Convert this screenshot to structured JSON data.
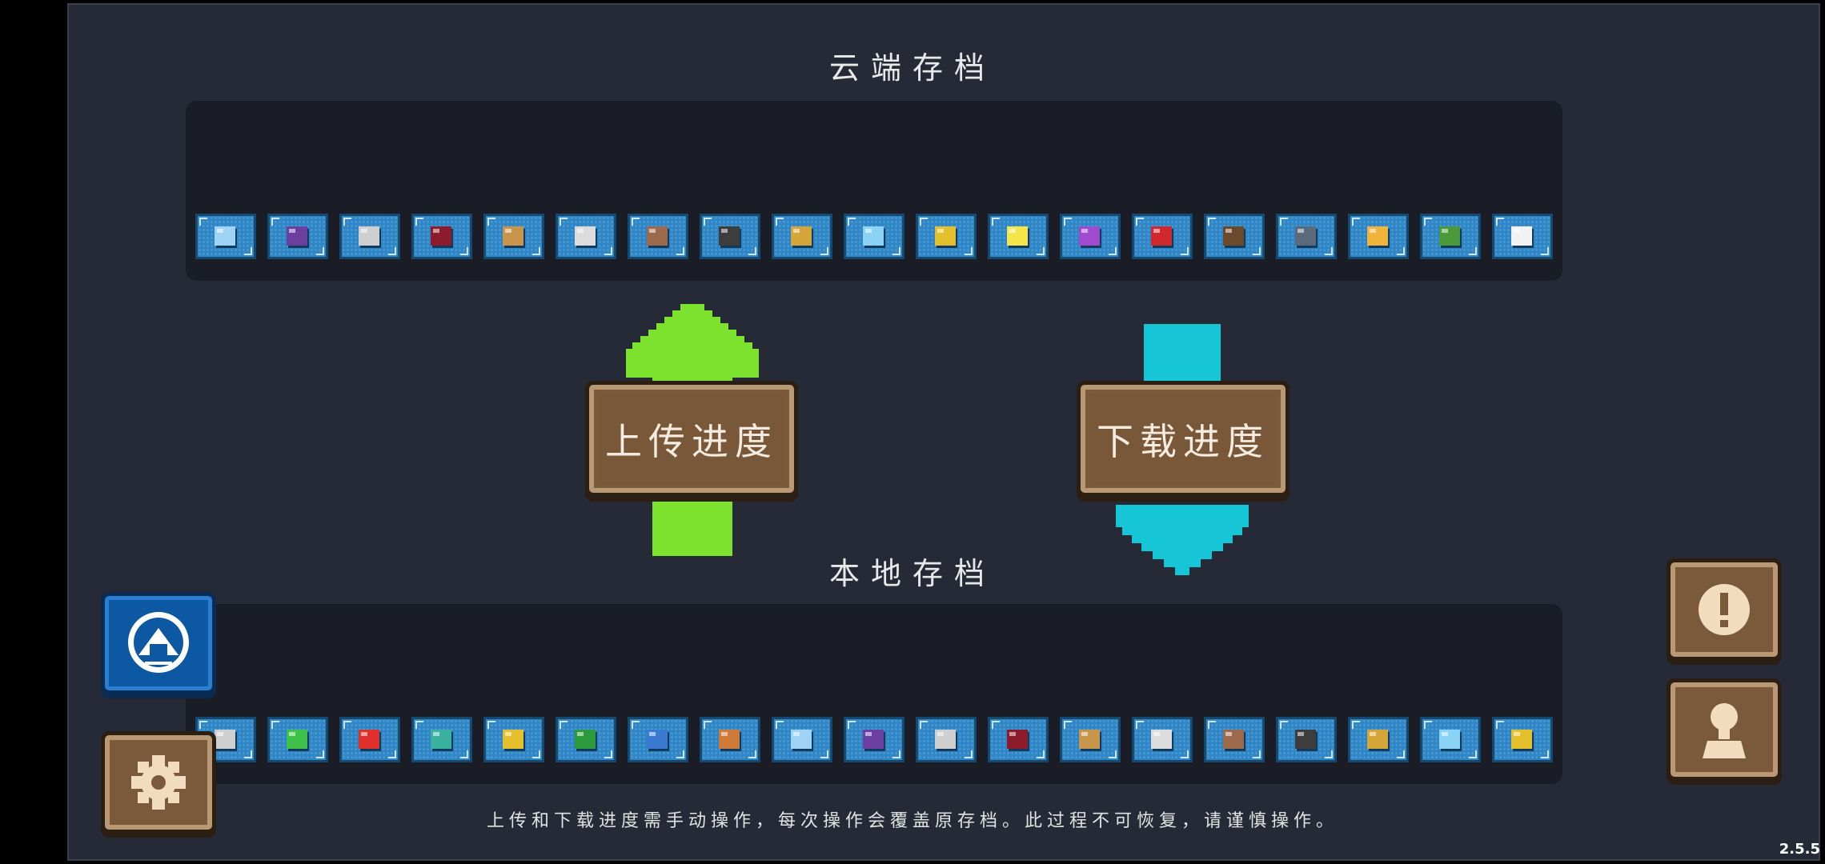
{
  "cloud": {
    "title": "云端存档",
    "items": [
      {
        "icon": "shuriken-icon",
        "color": "#9fd3f5"
      },
      {
        "icon": "purple-robe-icon",
        "color": "#6b3fa0"
      },
      {
        "icon": "blade-icon",
        "color": "#cfcfcf"
      },
      {
        "icon": "red-box-icon",
        "color": "#8c1c2c"
      },
      {
        "icon": "wooden-door-icon",
        "color": "#c9954a"
      },
      {
        "icon": "revolver-icon",
        "color": "#dcdcdc"
      },
      {
        "icon": "gauntlet-icon",
        "color": "#9c6a4a"
      },
      {
        "icon": "rifle-icon",
        "color": "#3d3d3d"
      },
      {
        "icon": "ring-icon",
        "color": "#d4a63a"
      },
      {
        "icon": "shield-icon",
        "color": "#8ad3f5"
      },
      {
        "icon": "bomb-icon",
        "color": "#e4c02c"
      },
      {
        "icon": "lightsaber-icon",
        "color": "#f4e64a"
      },
      {
        "icon": "potion-purple-icon",
        "color": "#a04ad0"
      },
      {
        "icon": "red-blaster-icon",
        "color": "#d0282c"
      },
      {
        "icon": "shotgun-icon",
        "color": "#6a4a2a"
      },
      {
        "icon": "mech-cannon-icon",
        "color": "#5a6a7a"
      },
      {
        "icon": "torch-icon",
        "color": "#f0b43a"
      },
      {
        "icon": "dragon-icon",
        "color": "#4a9a3a"
      },
      {
        "icon": "lion-dance-icon",
        "color": "#f2f2f2"
      }
    ]
  },
  "local": {
    "title": "本地存档",
    "items": [
      {
        "icon": "camera-icon",
        "color": "#cfcfcf"
      },
      {
        "icon": "ufo-icon",
        "color": "#3ec04a"
      },
      {
        "icon": "potion-red-icon",
        "color": "#e0302c"
      },
      {
        "icon": "laser-gun-icon",
        "color": "#3ab0a0"
      },
      {
        "icon": "crown-statue-icon",
        "color": "#e4c02c"
      },
      {
        "icon": "battery-icon",
        "color": "#2a9a3a"
      },
      {
        "icon": "potion-blue-icon",
        "color": "#3a7ad0"
      },
      {
        "icon": "target-icon",
        "color": "#d07a3a"
      },
      {
        "icon": "shuriken-icon",
        "color": "#9fd3f5"
      },
      {
        "icon": "purple-robe-icon",
        "color": "#6b3fa0"
      },
      {
        "icon": "blade-icon",
        "color": "#cfcfcf"
      },
      {
        "icon": "red-box-icon",
        "color": "#8c1c2c"
      },
      {
        "icon": "wooden-door-icon",
        "color": "#c9954a"
      },
      {
        "icon": "revolver-icon",
        "color": "#dcdcdc"
      },
      {
        "icon": "gauntlet-icon",
        "color": "#9c6a4a"
      },
      {
        "icon": "rifle-icon",
        "color": "#3d3d3d"
      },
      {
        "icon": "ring-icon",
        "color": "#d4a63a"
      },
      {
        "icon": "shield-icon",
        "color": "#8ad3f5"
      },
      {
        "icon": "bomb-icon",
        "color": "#e4c02c"
      }
    ]
  },
  "upload_button": {
    "label": "上传进度",
    "arrow_color": "#7de22e"
  },
  "download_button": {
    "label": "下载进度",
    "arrow_color": "#17c6d6"
  },
  "side": {
    "left_top": {
      "icon": "cloud-account-icon",
      "color": "#0c58a3"
    },
    "left_bottom": {
      "icon": "gear-icon"
    },
    "right_top": {
      "icon": "alert-icon"
    },
    "right_bottom": {
      "icon": "user-icon"
    }
  },
  "footer_note": "上传和下载进度需手动操作，每次操作会覆盖原存档。此过程不可恢复，请谨慎操作。",
  "version": "2.5.5"
}
